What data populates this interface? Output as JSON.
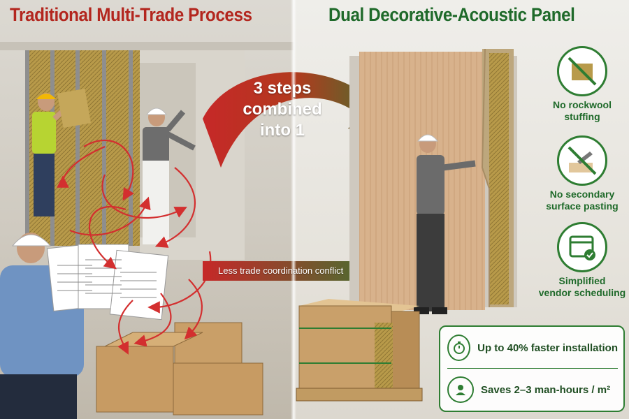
{
  "titles": {
    "left": "Traditional Multi-Trade Process",
    "right": "Dual Decorative-Acoustic Panel"
  },
  "arrows": {
    "main_label": "3 steps combined into 1",
    "main_line1": "3 steps",
    "main_line2": "combined",
    "main_line3": "into 1",
    "secondary_label": "Less trade coordination conflict"
  },
  "features": [
    {
      "icon": "rockwool-crossed-icon",
      "line1": "No rockwool",
      "line2": "stuffing"
    },
    {
      "icon": "trowel-crossed-icon",
      "line1": "No secondary",
      "line2": "surface pasting"
    },
    {
      "icon": "calendar-check-icon",
      "line1": "Simplified",
      "line2": "vendor scheduling"
    }
  ],
  "stats": [
    {
      "icon": "stopwatch-icon",
      "text": "Up to 40% faster installation"
    },
    {
      "icon": "worker-icon",
      "text": "Saves 2–3 man-hours / m²"
    }
  ],
  "colors": {
    "red": "#b3261e",
    "green": "#1f6a2a",
    "accent_green": "#2e7d32"
  }
}
